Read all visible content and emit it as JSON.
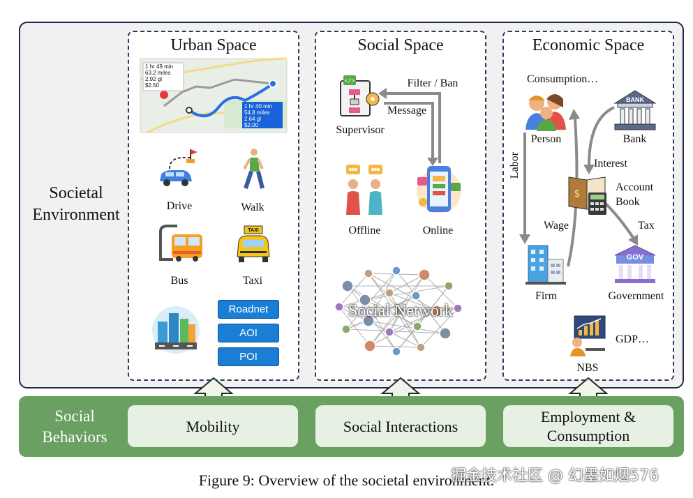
{
  "environment": {
    "label": "Societal Environment"
  },
  "panels": {
    "urban": {
      "title": "Urban Space",
      "map_route1": {
        "time": "1 hr 49 min",
        "distance": "63.2 miles",
        "fuel": "2.92 gl",
        "cost": "$2.50"
      },
      "map_route2": {
        "time": "1 hr 40 min",
        "distance": "54.8 miles",
        "fuel": "2.64 gl",
        "cost": "$2.00"
      },
      "modes": [
        "Drive",
        "Walk",
        "Bus",
        "Taxi"
      ],
      "taxi_sign": "TAXI",
      "tags": [
        "Roadnet",
        "AOI",
        "POI"
      ]
    },
    "social": {
      "title": "Social Space",
      "supervisor": "Supervisor",
      "filter_ban": "Filter / Ban",
      "message": "Message",
      "offline": "Offline",
      "online": "Online",
      "network": "Social Network"
    },
    "economic": {
      "title": "Economic Space",
      "consumption": "Consumption…",
      "person": "Person",
      "bank": "Bank",
      "bank_sign": "BANK",
      "labor": "Labor",
      "interest": "Interest",
      "account_book": "Account Book",
      "wage": "Wage",
      "tax": "Tax",
      "firm": "Firm",
      "government": "Government",
      "gov_sign": "GOV",
      "gdp": "GDP…",
      "nbs": "NBS"
    }
  },
  "behaviors": {
    "label": "Social Behaviors",
    "items": [
      "Mobility",
      "Social Interactions",
      "Employment & Consumption"
    ]
  },
  "caption": "Figure 9: Overview of the societal environment.",
  "watermark": "掘金技术社区 @ 幻墨如烟576",
  "colors": {
    "frame": "#1e2a4a",
    "behavior_bar": "#6aa061",
    "behavior_box": "#e6f1e3",
    "tag_blue": "#1a7fd4"
  }
}
